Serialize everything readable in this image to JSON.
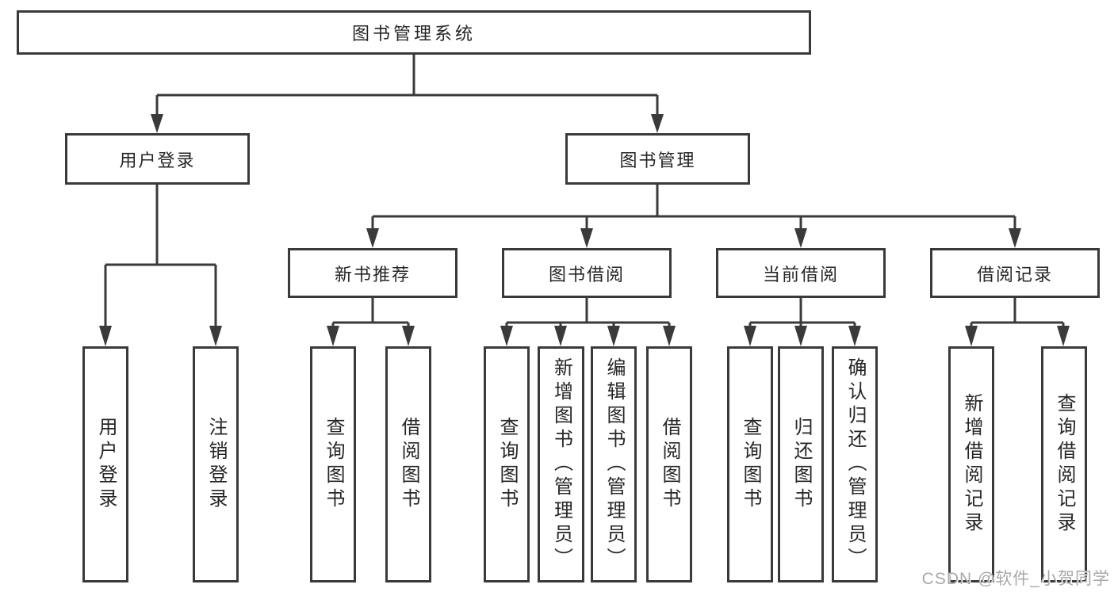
{
  "colors": {
    "line": "#3a3a3a",
    "box_border": "#3a3a3a",
    "text": "#262626",
    "watermark_text": "#a8a8a8",
    "background": "#ffffff"
  },
  "watermark": {
    "text": "CSDN @软件_小贺同学"
  },
  "hierarchy": {
    "label": "图书管理系统",
    "children": [
      {
        "label": "用户登录",
        "children": [
          {
            "label": "用户登录"
          },
          {
            "label": "注销登录"
          }
        ]
      },
      {
        "label": "图书管理",
        "children": [
          {
            "label": "新书推荐",
            "children": [
              {
                "label": "查询图书"
              },
              {
                "label": "借阅图书"
              }
            ]
          },
          {
            "label": "图书借阅",
            "children": [
              {
                "label": "查询图书"
              },
              {
                "label": "新增图书（管理员）"
              },
              {
                "label": "编辑图书（管理员）"
              },
              {
                "label": "借阅图书"
              }
            ]
          },
          {
            "label": "当前借阅",
            "children": [
              {
                "label": "查询图书"
              },
              {
                "label": "归还图书"
              },
              {
                "label": "确认归还（管理员）"
              }
            ]
          },
          {
            "label": "借阅记录",
            "children": [
              {
                "label": "新增借阅记录"
              },
              {
                "label": "查询借阅记录"
              }
            ]
          }
        ]
      }
    ]
  }
}
